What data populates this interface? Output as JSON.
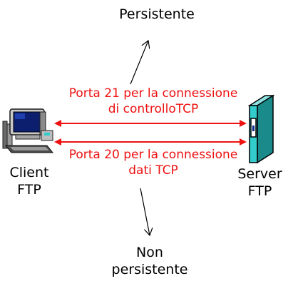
{
  "persistent": "Persistente",
  "non_persistent": [
    "Non",
    "persistente"
  ],
  "control_connection": [
    "Porta 21 per la connessione",
    "di controlloTCP"
  ],
  "data_connection": [
    "Porta 20 per la connessione",
    "dati TCP"
  ],
  "client": [
    "Client",
    "FTP"
  ],
  "server": [
    "Server",
    "FTP"
  ],
  "colors": {
    "arrow_red": "#ee1111",
    "server_cyan": "#33cccc",
    "text": "#000000"
  }
}
